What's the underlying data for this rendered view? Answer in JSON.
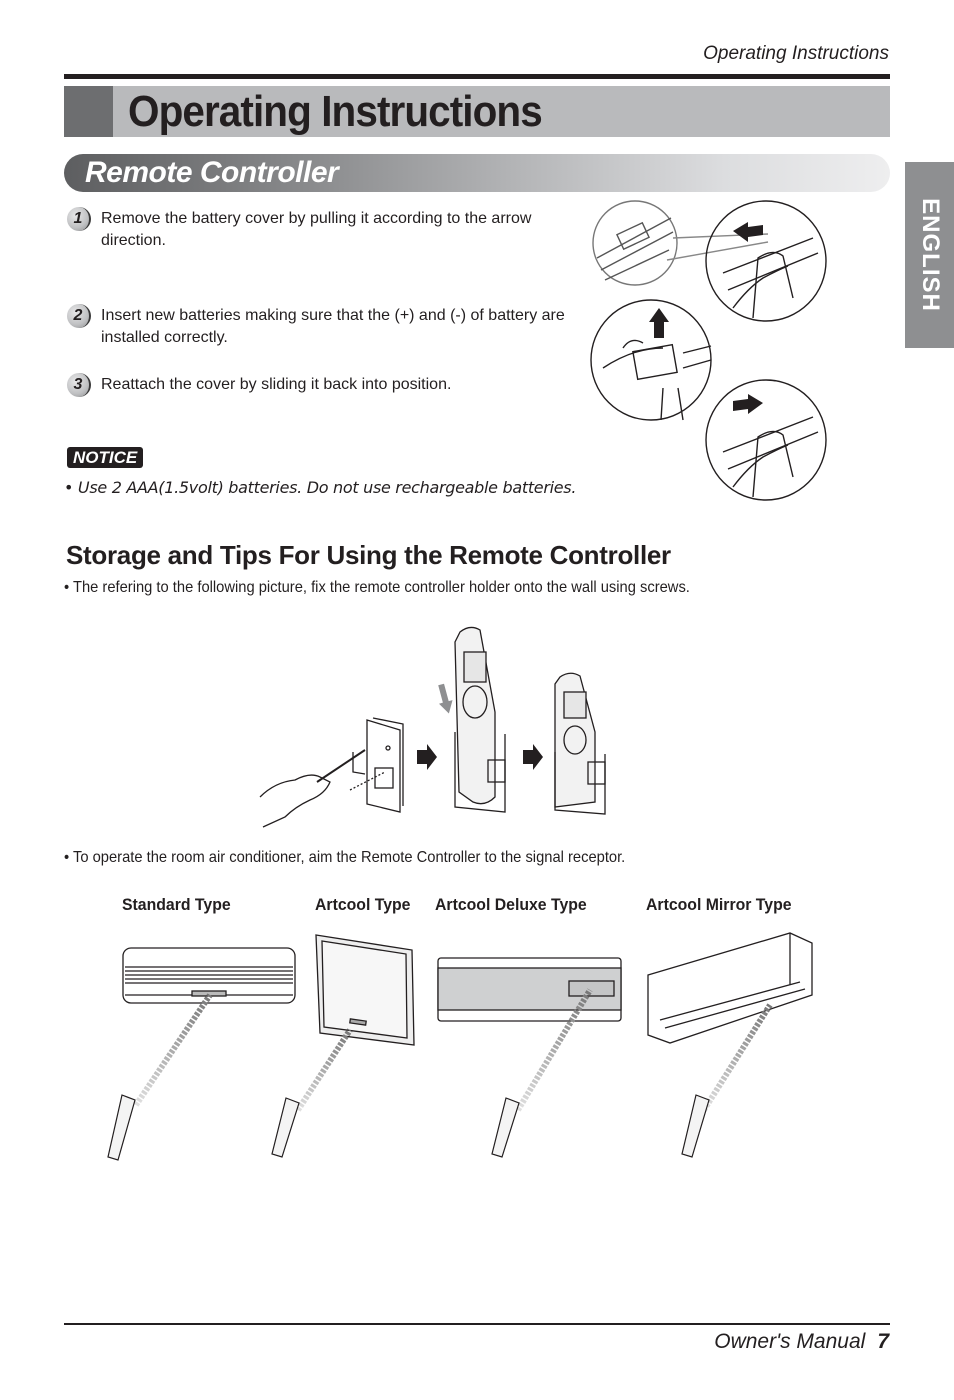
{
  "header": {
    "running_head": "Operating Instructions",
    "title": "Operating Instructions",
    "section": "Remote Controller",
    "language_tab": "ENGLISH"
  },
  "battery_steps": [
    {
      "number": "1",
      "text": "Remove the battery cover by pulling it according to the arrow direction."
    },
    {
      "number": "2",
      "text": "Insert new batteries making sure that the (+) and (-) of battery are installed correctly."
    },
    {
      "number": "3",
      "text": "Reattach the cover by sliding it back into position."
    }
  ],
  "notice": {
    "badge": "NOTICE",
    "text": "• Use 2 AAA(1.5volt) batteries. Do not use rechargeable batteries."
  },
  "storage": {
    "heading": "Storage and Tips For Using the Remote Controller",
    "bullet_holder": "• The refering to the following picture, fix the remote controller holder onto the wall using screws.",
    "bullet_operate": "• To operate the room air conditioner, aim the Remote Controller to the signal receptor."
  },
  "unit_types": [
    {
      "label": "Standard Type"
    },
    {
      "label": "Artcool Type"
    },
    {
      "label": "Artcool Deluxe Type"
    },
    {
      "label": "Artcool Mirror Type"
    }
  ],
  "colors": {
    "text": "#231f20",
    "title_bar": "#b9babc",
    "title_square": "#6d6e70",
    "lang_tab": "#8e8f91"
  },
  "footer": {
    "manual": "Owner's Manual",
    "page": "7"
  }
}
